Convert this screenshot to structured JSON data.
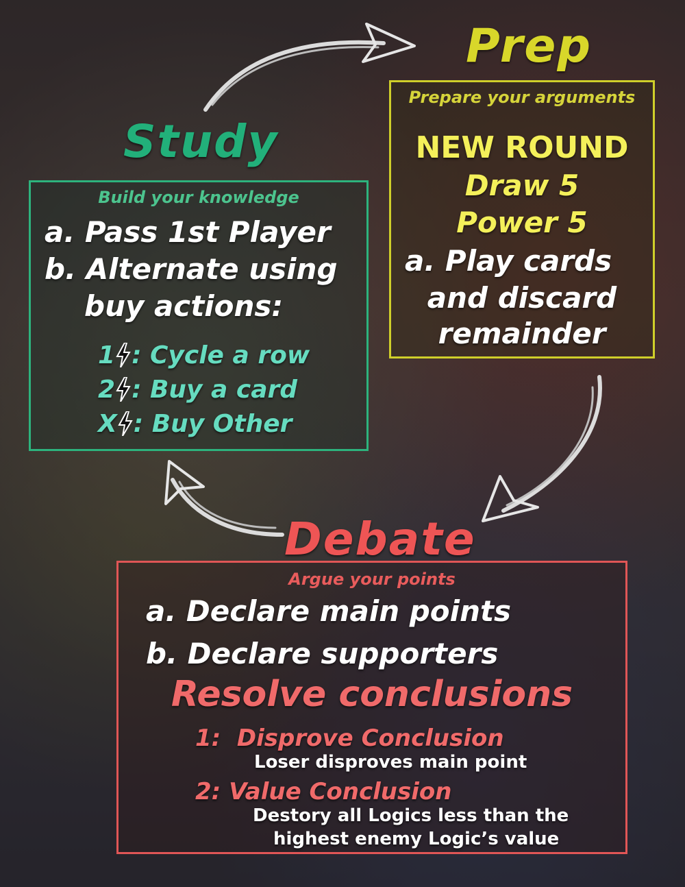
{
  "study": {
    "title": "Study",
    "subtitle": "Build your knowledge",
    "step_a": "a. Pass 1st Player",
    "step_b_line1": "b. Alternate using",
    "step_b_line2": "buy actions:",
    "actions": [
      {
        "cost": "1",
        "label": ": Cycle a row"
      },
      {
        "cost": "2",
        "label": ": Buy a card"
      },
      {
        "cost": "X",
        "label": ": Buy Other"
      }
    ]
  },
  "prep": {
    "title": "Prep",
    "subtitle": "Prepare your arguments",
    "new_round": "NEW ROUND",
    "draw": "Draw 5",
    "power": "Power 5",
    "step_a_line1": "a. Play cards",
    "step_a_line2": "and discard",
    "step_a_line3": "remainder"
  },
  "debate": {
    "title": "Debate",
    "subtitle": "Argue your points",
    "step_a": "a. Declare main points",
    "step_b": "b. Declare supporters",
    "resolve": "Resolve conclusions",
    "conclusion1_title": "1:  Disprove Conclusion",
    "conclusion1_desc": "Loser disproves main point",
    "conclusion2_title": "2: Value Conclusion",
    "conclusion2_desc_line1": "Destory all Logics less than the",
    "conclusion2_desc_line2": "highest enemy Logic’s value"
  },
  "colors": {
    "study": "#22b07a",
    "prep": "#d8d72a",
    "debate": "#ee5555"
  },
  "icons": [
    "lightning-bolt-icon",
    "curved-arrow-icon"
  ]
}
